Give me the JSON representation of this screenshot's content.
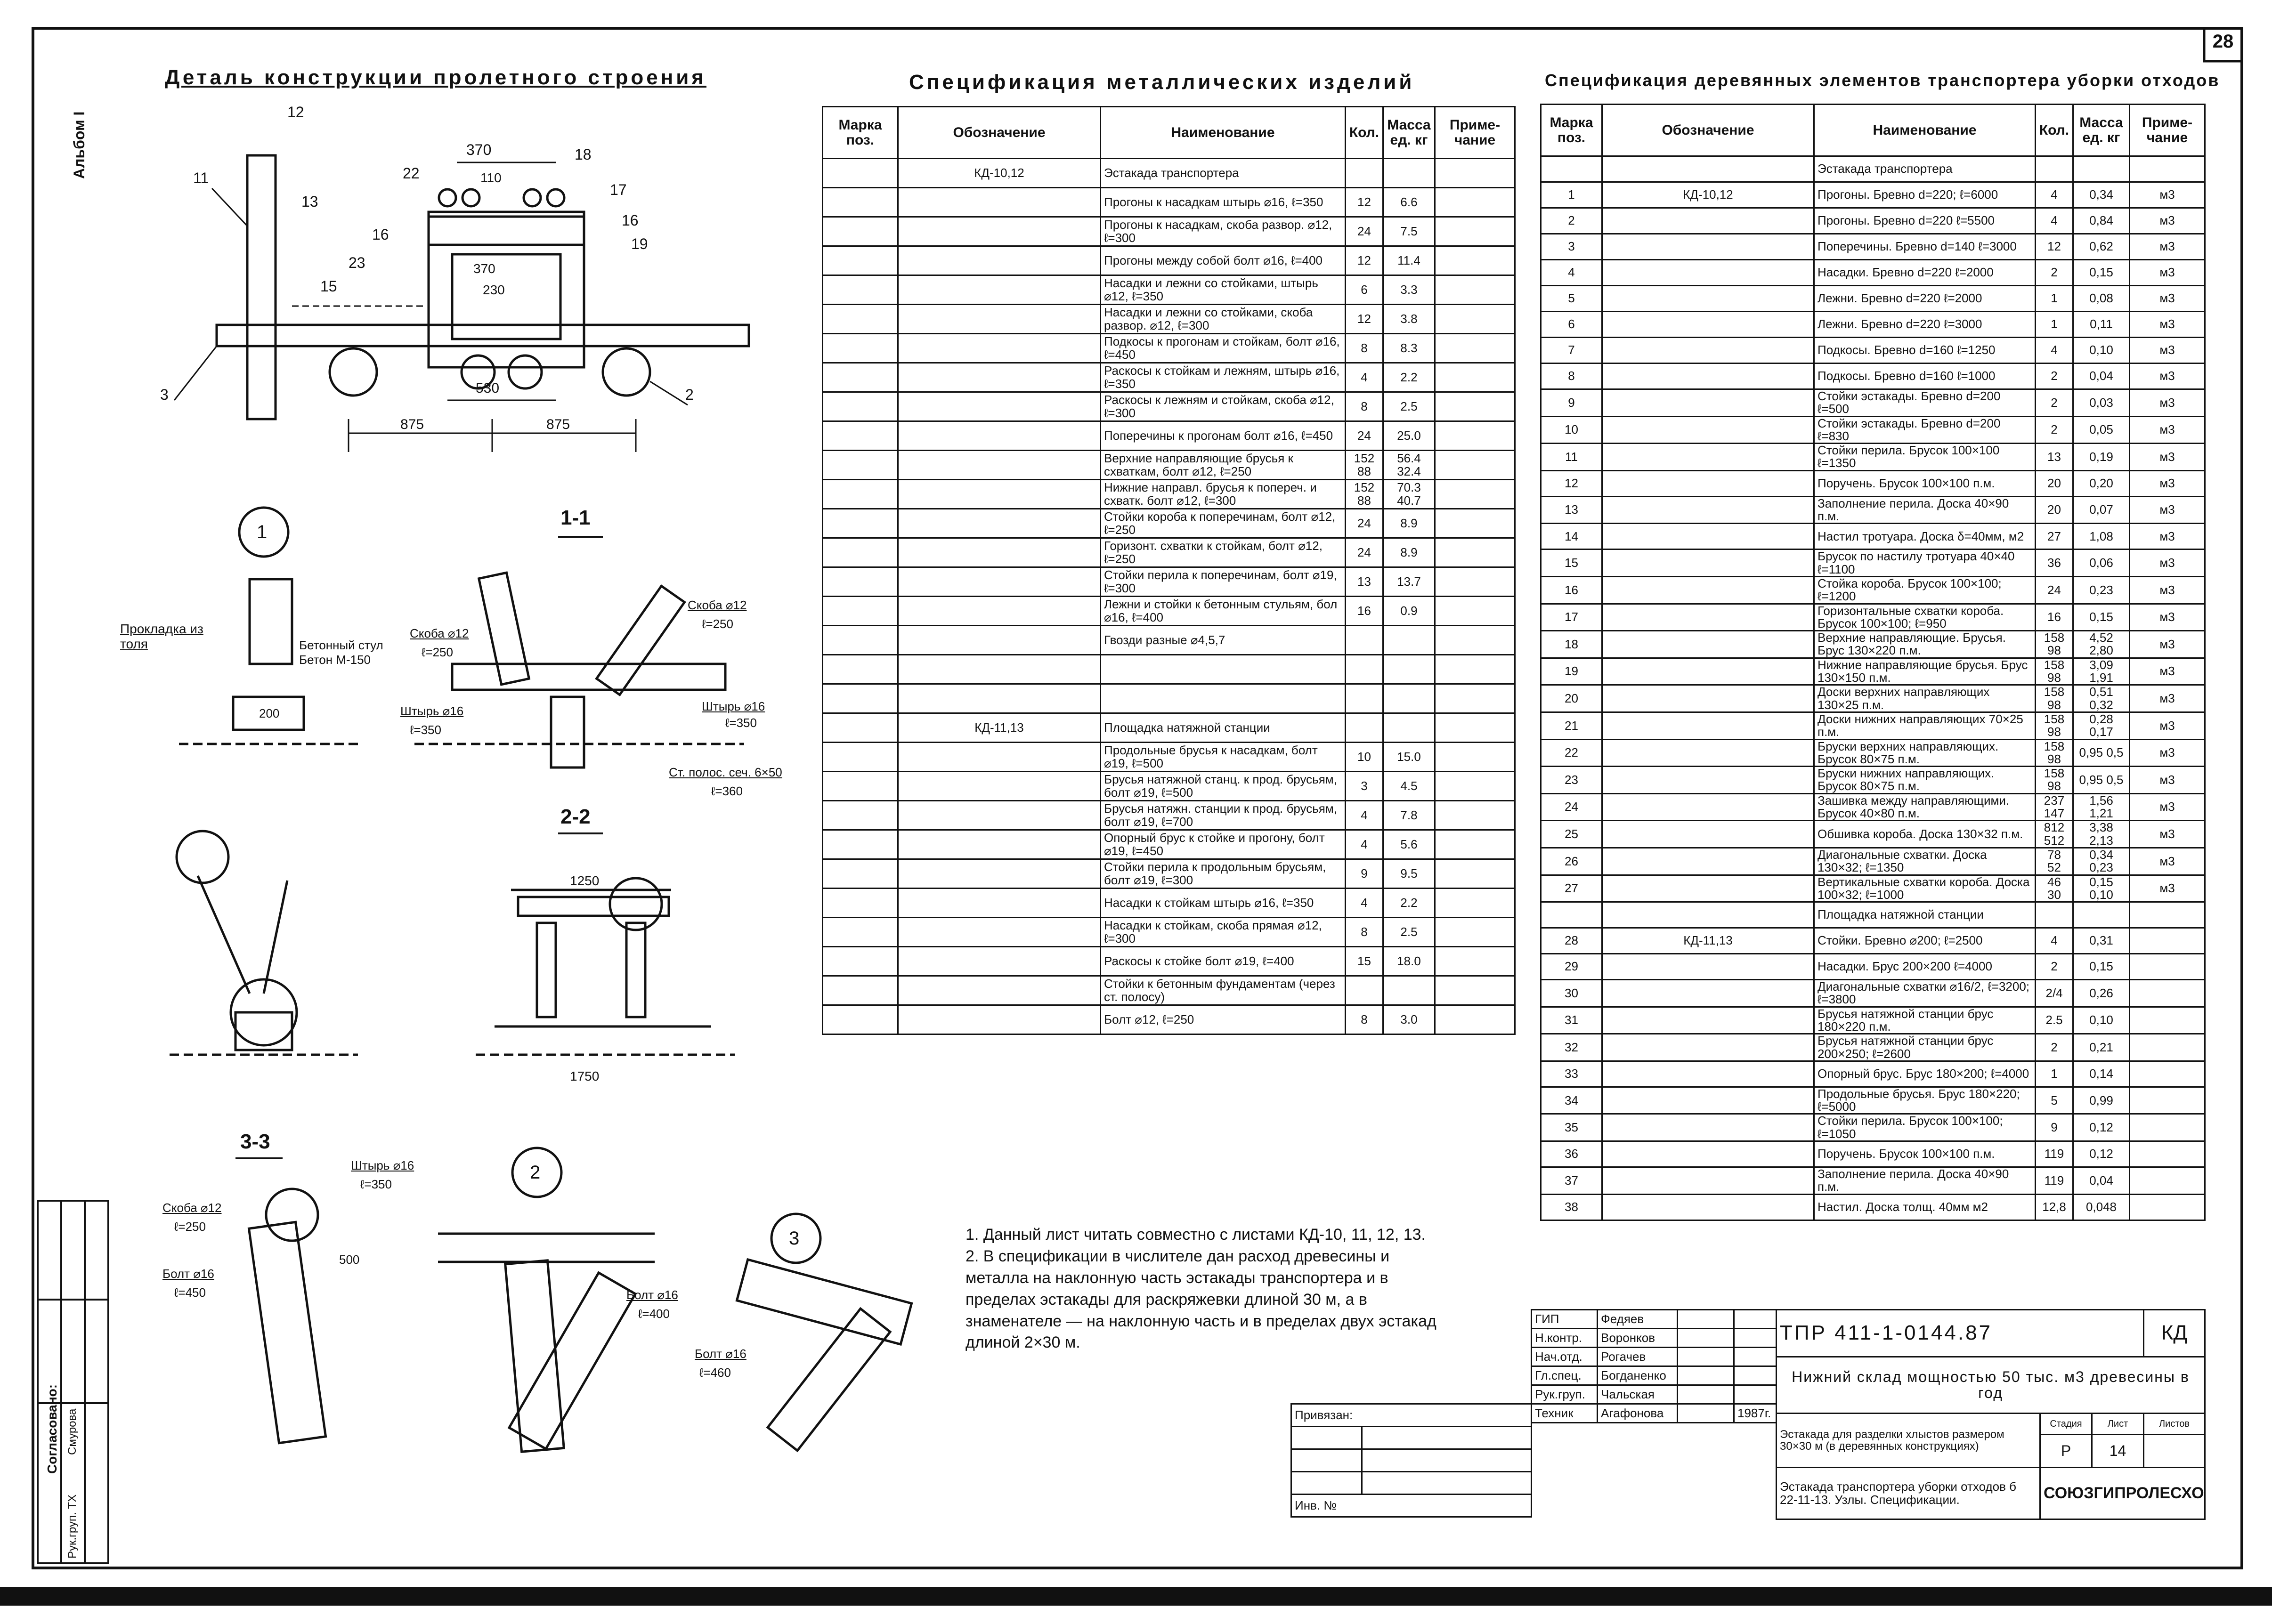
{
  "page_number": "28",
  "album_label": "Альбом I",
  "detail": {
    "title": "Деталь конструкции пролетного строения",
    "dims": [
      "370",
      "110",
      "370",
      "230",
      "530",
      "875",
      "875"
    ],
    "marks": [
      "12",
      "11",
      "13",
      "22",
      "18",
      "17",
      "16",
      "16",
      "19",
      "23",
      "15",
      "3",
      "2"
    ]
  },
  "section_views": {
    "callout_1": "1",
    "callout_2": "2",
    "callout_3": "3",
    "sec_1_1": "1-1",
    "sec_2_2": "2-2",
    "sec_3_3": "3-3",
    "pad_label": "Прокладка из толя",
    "concrete_label": "Бетонный стул Бетон М-150",
    "skoba_12_a": "Скоба ⌀12",
    "skoba_12_a_len": "ℓ=250",
    "skoba_12_b": "Скоба ⌀12",
    "skoba_12_b_len": "ℓ=250",
    "shtyr_16_a": "Штырь ⌀16",
    "shtyr_16_a_len": "ℓ=350",
    "shtyr_16_b": "Штырь ⌀16",
    "shtyr_16_b_len": "ℓ=350",
    "steel_strip": "Ст. полос. сеч. 6×50",
    "steel_strip_len": "ℓ=360",
    "dim_1250": "1250",
    "dim_1750": "1750",
    "dim_200": "200",
    "dim_500": "500",
    "bolt_16_a": "Болт ⌀16",
    "bolt_16_a_len": "ℓ=450",
    "bolt_16_b": "Болт ⌀16",
    "bolt_16_b_len": "ℓ=400",
    "bolt_16_c": "Болт ⌀16",
    "bolt_16_c_len": "ℓ=460",
    "shtyr_3_3": "Штырь ⌀16",
    "shtyr_3_3_len": "ℓ=350",
    "skoba_3_3": "Скоба ⌀12",
    "skoba_3_3_len": "ℓ=250"
  },
  "metal_spec": {
    "title": "Спецификация металлических изделий",
    "headers": [
      "Марка поз.",
      "Обозначение",
      "Наименование",
      "Кол.",
      "Масса ед. кг",
      "Приме- чание"
    ],
    "rows": [
      [
        "",
        "КД-10,12",
        "Эстакада транспортера",
        "",
        "",
        ""
      ],
      [
        "",
        "",
        "Прогоны к насадкам штырь ⌀16, ℓ=350",
        "12",
        "6.6",
        ""
      ],
      [
        "",
        "",
        "Прогоны к насадкам, скоба развор. ⌀12, ℓ=300",
        "24",
        "7.5",
        ""
      ],
      [
        "",
        "",
        "Прогоны между собой болт ⌀16, ℓ=400",
        "12",
        "11.4",
        ""
      ],
      [
        "",
        "",
        "Насадки и лежни со стойками, штырь ⌀12, ℓ=350",
        "6",
        "3.3",
        ""
      ],
      [
        "",
        "",
        "Насадки и лежни со стойками, скоба развор. ⌀12, ℓ=300",
        "12",
        "3.8",
        ""
      ],
      [
        "",
        "",
        "Подкосы к прогонам и стойкам, болт ⌀16, ℓ=450",
        "8",
        "8.3",
        ""
      ],
      [
        "",
        "",
        "Раскосы к стойкам и лежням, штырь ⌀16, ℓ=350",
        "4",
        "2.2",
        ""
      ],
      [
        "",
        "",
        "Раскосы к лежням и стойкам, скоба ⌀12, ℓ=300",
        "8",
        "2.5",
        ""
      ],
      [
        "",
        "",
        "Поперечины к прогонам болт ⌀16, ℓ=450",
        "24",
        "25.0",
        ""
      ],
      [
        "",
        "",
        "Верхние направляющие брусья к схваткам, болт ⌀12, ℓ=250",
        "152 88",
        "56.4 32.4",
        ""
      ],
      [
        "",
        "",
        "Нижние направл. брусья к попереч. и схватк. болт ⌀12, ℓ=300",
        "152 88",
        "70.3 40.7",
        ""
      ],
      [
        "",
        "",
        "Стойки короба к поперечинам, болт ⌀12, ℓ=250",
        "24",
        "8.9",
        ""
      ],
      [
        "",
        "",
        "Горизонт. схватки к стойкам, болт ⌀12, ℓ=250",
        "24",
        "8.9",
        ""
      ],
      [
        "",
        "",
        "Стойки перила к поперечинам, болт ⌀19, ℓ=300",
        "13",
        "13.7",
        ""
      ],
      [
        "",
        "",
        "Лежни и стойки к бетонным стульям, бол ⌀16, ℓ=400",
        "16",
        "0.9",
        ""
      ],
      [
        "",
        "",
        "Гвозди разные ⌀4,5,7",
        "",
        "",
        ""
      ],
      [
        "",
        "",
        "",
        "",
        "",
        ""
      ],
      [
        "",
        "",
        "",
        "",
        "",
        ""
      ],
      [
        "",
        "КД-11,13",
        "Площадка натяжной станции",
        "",
        "",
        ""
      ],
      [
        "",
        "",
        "Продольные брусья к насадкам, болт ⌀19, ℓ=500",
        "10",
        "15.0",
        ""
      ],
      [
        "",
        "",
        "Брусья натяжной станц. к прод. брусьям, болт ⌀19, ℓ=500",
        "3",
        "4.5",
        ""
      ],
      [
        "",
        "",
        "Брусья натяжн. станции к прод. брусьям, болт ⌀19, ℓ=700",
        "4",
        "7.8",
        ""
      ],
      [
        "",
        "",
        "Опорный брус к стойке и прогону, болт ⌀19, ℓ=450",
        "4",
        "5.6",
        ""
      ],
      [
        "",
        "",
        "Стойки перила к продольным брусьям, болт ⌀19, ℓ=300",
        "9",
        "9.5",
        ""
      ],
      [
        "",
        "",
        "Насадки к стойкам штырь ⌀16, ℓ=350",
        "4",
        "2.2",
        ""
      ],
      [
        "",
        "",
        "Насадки к стойкам, скоба прямая ⌀12, ℓ=300",
        "8",
        "2.5",
        ""
      ],
      [
        "",
        "",
        "Раскосы к стойке болт ⌀19, ℓ=400",
        "15",
        "18.0",
        ""
      ],
      [
        "",
        "",
        "Стойки к бетонным фундаментам (через ст. полосу)",
        "",
        "",
        ""
      ],
      [
        "",
        "",
        "Болт ⌀12, ℓ=250",
        "8",
        "3.0",
        ""
      ]
    ]
  },
  "wood_spec": {
    "title": "Спецификация деревянных элементов транспортера уборки отходов",
    "headers": [
      "Марка поз.",
      "Обозначение",
      "Наименование",
      "Кол.",
      "Масса ед. кг",
      "Приме- чание"
    ],
    "rows": [
      [
        "",
        "",
        "Эстакада транспортера",
        "",
        "",
        ""
      ],
      [
        "1",
        "КД-10,12",
        "Прогоны. Бревно d=220; ℓ=6000",
        "4",
        "0,34",
        "м3"
      ],
      [
        "2",
        "",
        "Прогоны. Бревно d=220 ℓ=5500",
        "4",
        "0,84",
        "м3"
      ],
      [
        "3",
        "",
        "Поперечины. Бревно d=140 ℓ=3000",
        "12",
        "0,62",
        "м3"
      ],
      [
        "4",
        "",
        "Насадки. Бревно d=220 ℓ=2000",
        "2",
        "0,15",
        "м3"
      ],
      [
        "5",
        "",
        "Лежни. Бревно d=220 ℓ=2000",
        "1",
        "0,08",
        "м3"
      ],
      [
        "6",
        "",
        "Лежни. Бревно d=220 ℓ=3000",
        "1",
        "0,11",
        "м3"
      ],
      [
        "7",
        "",
        "Подкосы. Бревно d=160 ℓ=1250",
        "4",
        "0,10",
        "м3"
      ],
      [
        "8",
        "",
        "Подкосы. Бревно d=160 ℓ=1000",
        "2",
        "0,04",
        "м3"
      ],
      [
        "9",
        "",
        "Стойки эстакады. Бревно d=200 ℓ=500",
        "2",
        "0,03",
        "м3"
      ],
      [
        "10",
        "",
        "Стойки эстакады. Бревно d=200 ℓ=830",
        "2",
        "0,05",
        "м3"
      ],
      [
        "11",
        "",
        "Стойки перила. Брусок 100×100 ℓ=1350",
        "13",
        "0,19",
        "м3"
      ],
      [
        "12",
        "",
        "Поручень. Брусок 100×100 п.м.",
        "20",
        "0,20",
        "м3"
      ],
      [
        "13",
        "",
        "Заполнение перила. Доска 40×90 п.м.",
        "20",
        "0,07",
        "м3"
      ],
      [
        "14",
        "",
        "Настил тротуара. Доска δ=40мм, м2",
        "27",
        "1,08",
        "м3"
      ],
      [
        "15",
        "",
        "Брусок по настилу тротуара 40×40 ℓ=1100",
        "36",
        "0,06",
        "м3"
      ],
      [
        "16",
        "",
        "Стойка короба. Брусок 100×100; ℓ=1200",
        "24",
        "0,23",
        "м3"
      ],
      [
        "17",
        "",
        "Горизонтальные схватки короба. Брусок 100×100; ℓ=950",
        "16",
        "0,15",
        "м3"
      ],
      [
        "18",
        "",
        "Верхние направляющие. Брусья. Брус 130×220 п.м.",
        "158 98",
        "4,52 2,80",
        "м3"
      ],
      [
        "19",
        "",
        "Нижние направляющие брусья. Брус 130×150 п.м.",
        "158 98",
        "3,09 1,91",
        "м3"
      ],
      [
        "20",
        "",
        "Доски верхних направляющих 130×25 п.м.",
        "158 98",
        "0,51 0,32",
        "м3"
      ],
      [
        "21",
        "",
        "Доски нижних направляющих 70×25 п.м.",
        "158 98",
        "0,28 0,17",
        "м3"
      ],
      [
        "22",
        "",
        "Бруски верхних направляющих. Брусок 80×75 п.м.",
        "158 98",
        "0,95 0,5",
        "м3"
      ],
      [
        "23",
        "",
        "Бруски нижних направляющих. Брусок 80×75 п.м.",
        "158 98",
        "0,95 0,5",
        "м3"
      ],
      [
        "24",
        "",
        "Зашивка между направляющими. Брусок 40×80 п.м.",
        "237 147",
        "1,56 1,21",
        "м3"
      ],
      [
        "25",
        "",
        "Обшивка короба. Доска 130×32 п.м.",
        "812 512",
        "3,38 2,13",
        "м3"
      ],
      [
        "26",
        "",
        "Диагональные схватки. Доска 130×32; ℓ=1350",
        "78 52",
        "0,34 0,23",
        "м3"
      ],
      [
        "27",
        "",
        "Вертикальные схватки короба. Доска 100×32; ℓ=1000",
        "46 30",
        "0,15 0,10",
        "м3"
      ],
      [
        "",
        "",
        "Площадка натяжной станции",
        "",
        "",
        ""
      ],
      [
        "28",
        "КД-11,13",
        "Стойки. Бревно ⌀200; ℓ=2500",
        "4",
        "0,31",
        ""
      ],
      [
        "29",
        "",
        "Насадки. Брус 200×200 ℓ=4000",
        "2",
        "0,15",
        ""
      ],
      [
        "30",
        "",
        "Диагональные схватки ⌀16/2, ℓ=3200; ℓ=3800",
        "2/4",
        "0,26",
        ""
      ],
      [
        "31",
        "",
        "Брусья натяжной станции брус 180×220 п.м.",
        "2.5",
        "0,10",
        ""
      ],
      [
        "32",
        "",
        "Брусья натяжной станции брус 200×250; ℓ=2600",
        "2",
        "0,21",
        ""
      ],
      [
        "33",
        "",
        "Опорный брус. Брус 180×200; ℓ=4000",
        "1",
        "0,14",
        ""
      ],
      [
        "34",
        "",
        "Продольные брусья. Брус 180×220; ℓ=5000",
        "5",
        "0,99",
        ""
      ],
      [
        "35",
        "",
        "Стойки перила. Брусок 100×100; ℓ=1050",
        "9",
        "0,12",
        ""
      ],
      [
        "36",
        "",
        "Поручень. Брусок 100×100 п.м.",
        "119",
        "0,12",
        ""
      ],
      [
        "37",
        "",
        "Заполнение перила. Доска 40×90 п.м.",
        "119",
        "0,04",
        ""
      ],
      [
        "38",
        "",
        "Настил. Доска толщ. 40мм м2",
        "12,8",
        "0,048",
        ""
      ]
    ]
  },
  "notes": [
    "1. Данный лист читать совместно с листами КД-10, 11, 12, 13.",
    "2. В спецификации в числителе дан расход древесины и металла на наклонную часть эстакады транспортера и в пределах эстакады для раскряжевки длиной 30 м, а в знаменателе — на наклонную часть и в пределах двух эстакад длиной 2×30 м."
  ],
  "stamp": {
    "roles": [
      [
        "ГИП",
        "Федяев"
      ],
      [
        "Н.контр.",
        "Воронков"
      ],
      [
        "Нач.отд.",
        "Рогачев"
      ],
      [
        "Гл.спец.",
        "Богданенко"
      ],
      [
        "Рук.груп.",
        "Чальская"
      ],
      [
        "Техник",
        "Агафонова"
      ]
    ],
    "date": "1987г.",
    "code": "ТПР 411-1-0144.87",
    "code_suffix": "КД",
    "project": "Нижний склад мощностью 50 тыс. м3 древесины в год",
    "object": "Эстакада для разделки хлыстов размером 30×30 м (в деревянных конструкциях)",
    "stage_h": "Стадия",
    "sheet_h": "Лист",
    "sheets_h": "Листов",
    "stage": "Р",
    "sheet": "14",
    "sheet_title": "Эстакада транспортера уборки отходов б 22-11-13. Узлы. Спецификации.",
    "org": "СОЮЗГИПРОЛЕСХОЗ",
    "priv_label": "Привязан:",
    "inv_label": "Инв. №"
  },
  "agreement": {
    "label": "Согласовано:",
    "role": "Рук.груп. ТХ",
    "name": "Смурова"
  }
}
